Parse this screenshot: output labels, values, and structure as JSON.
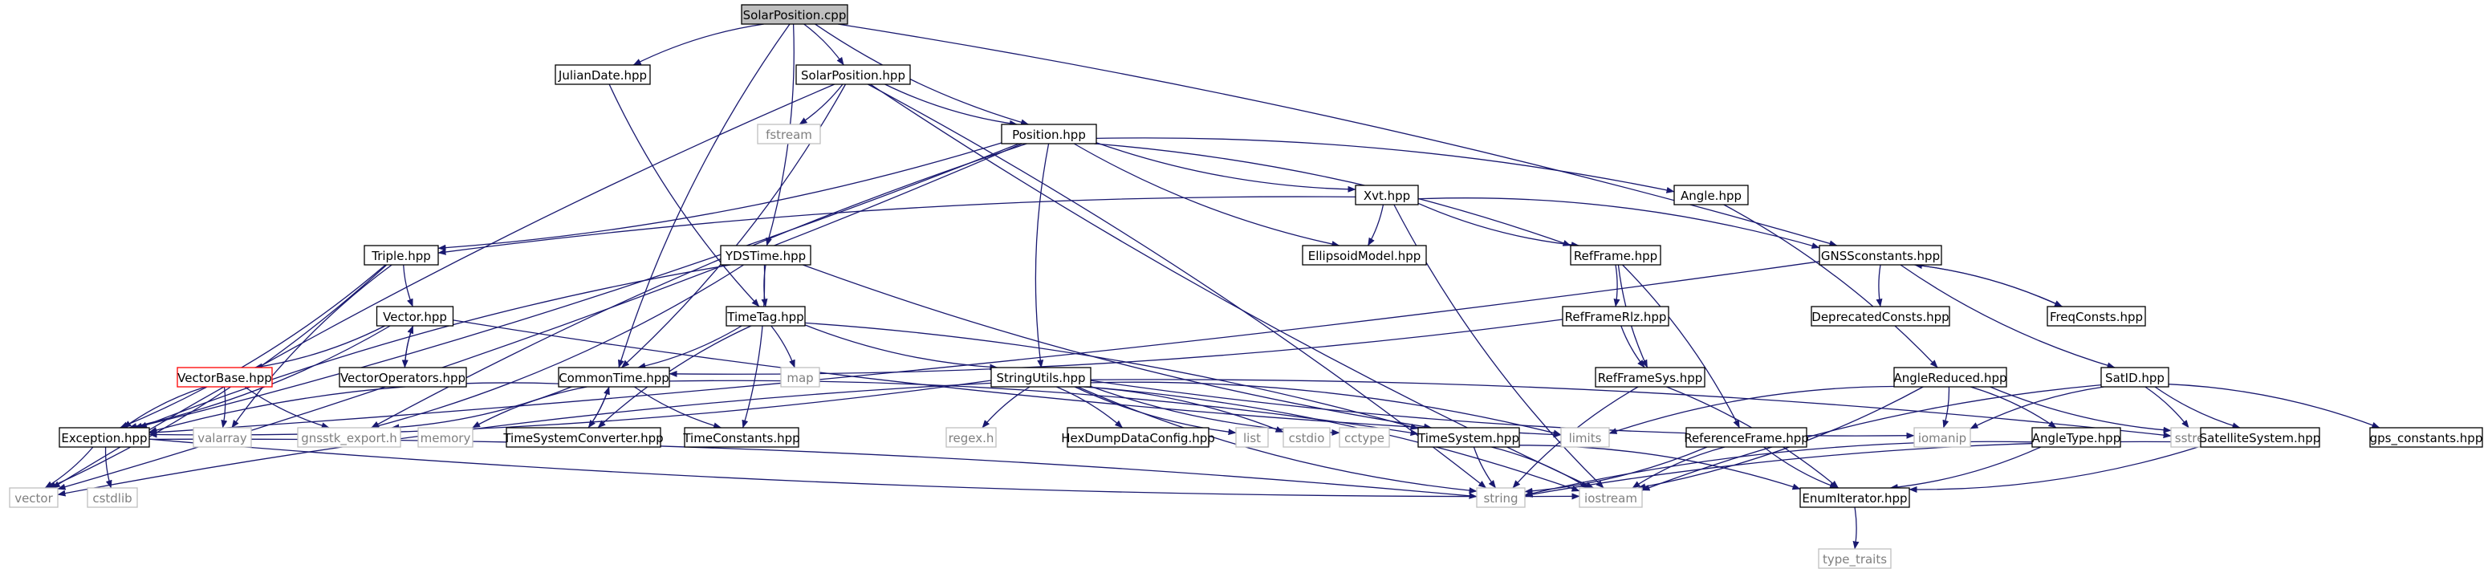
{
  "colors": {
    "edge": "#191970",
    "node_border": "#000000",
    "root_fill": "#bfbfbf",
    "external_border": "#bfbfbf",
    "external_text": "#7f7f7f",
    "highlight_border": "#ff0000"
  },
  "nodes": [
    {
      "id": "solarposition_cpp",
      "label": "SolarPosition.cpp",
      "kind": "root"
    },
    {
      "id": "juliandate_hpp",
      "label": "JulianDate.hpp",
      "kind": "normal"
    },
    {
      "id": "solarposition_hpp",
      "label": "SolarPosition.hpp",
      "kind": "normal"
    },
    {
      "id": "fstream",
      "label": "fstream",
      "kind": "external"
    },
    {
      "id": "position_hpp",
      "label": "Position.hpp",
      "kind": "normal"
    },
    {
      "id": "xvt_hpp",
      "label": "Xvt.hpp",
      "kind": "normal"
    },
    {
      "id": "angle_hpp",
      "label": "Angle.hpp",
      "kind": "normal"
    },
    {
      "id": "triple_hpp",
      "label": "Triple.hpp",
      "kind": "normal"
    },
    {
      "id": "ydstime_hpp",
      "label": "YDSTime.hpp",
      "kind": "normal"
    },
    {
      "id": "ellipsoidmodel_hpp",
      "label": "EllipsoidModel.hpp",
      "kind": "normal"
    },
    {
      "id": "refframe_hpp",
      "label": "RefFrame.hpp",
      "kind": "normal"
    },
    {
      "id": "gnssconstants_hpp",
      "label": "GNSSconstants.hpp",
      "kind": "normal"
    },
    {
      "id": "vector_hpp",
      "label": "Vector.hpp",
      "kind": "normal"
    },
    {
      "id": "timetag_hpp",
      "label": "TimeTag.hpp",
      "kind": "normal"
    },
    {
      "id": "refframerlz_hpp",
      "label": "RefFrameRlz.hpp",
      "kind": "normal"
    },
    {
      "id": "deprecatedconsts_hpp",
      "label": "DeprecatedConsts.hpp",
      "kind": "normal"
    },
    {
      "id": "freqconsts_hpp",
      "label": "FreqConsts.hpp",
      "kind": "normal"
    },
    {
      "id": "vectorbase_hpp",
      "label": "VectorBase.hpp",
      "kind": "highlight"
    },
    {
      "id": "vectoroperators_hpp",
      "label": "VectorOperators.hpp",
      "kind": "normal"
    },
    {
      "id": "map",
      "label": "map",
      "kind": "external"
    },
    {
      "id": "commontime_hpp",
      "label": "CommonTime.hpp",
      "kind": "normal"
    },
    {
      "id": "stringutils_hpp",
      "label": "StringUtils.hpp",
      "kind": "normal"
    },
    {
      "id": "refframesys_hpp",
      "label": "RefFrameSys.hpp",
      "kind": "normal"
    },
    {
      "id": "anglereduced_hpp",
      "label": "AngleReduced.hpp",
      "kind": "normal"
    },
    {
      "id": "satid_hpp",
      "label": "SatID.hpp",
      "kind": "normal"
    },
    {
      "id": "exception_hpp",
      "label": "Exception.hpp",
      "kind": "normal"
    },
    {
      "id": "valarray",
      "label": "valarray",
      "kind": "external"
    },
    {
      "id": "gnsstk_export_h",
      "label": "gnsstk_export.h",
      "kind": "external"
    },
    {
      "id": "memory",
      "label": "memory",
      "kind": "external"
    },
    {
      "id": "timesystemconverter_hpp",
      "label": "TimeSystemConverter.hpp",
      "kind": "normal"
    },
    {
      "id": "timeconstants_hpp",
      "label": "TimeConstants.hpp",
      "kind": "normal"
    },
    {
      "id": "regex_h",
      "label": "regex.h",
      "kind": "external"
    },
    {
      "id": "hexdumpdataconfig_hpp",
      "label": "HexDumpDataConfig.hpp",
      "kind": "normal"
    },
    {
      "id": "list",
      "label": "list",
      "kind": "external"
    },
    {
      "id": "cstdio",
      "label": "cstdio",
      "kind": "external"
    },
    {
      "id": "cctype",
      "label": "cctype",
      "kind": "external"
    },
    {
      "id": "timesystem_hpp",
      "label": "TimeSystem.hpp",
      "kind": "normal"
    },
    {
      "id": "limits",
      "label": "limits",
      "kind": "external"
    },
    {
      "id": "referenceframe_hpp",
      "label": "ReferenceFrame.hpp",
      "kind": "normal"
    },
    {
      "id": "iomanip",
      "label": "iomanip",
      "kind": "external"
    },
    {
      "id": "angletype_hpp",
      "label": "AngleType.hpp",
      "kind": "normal"
    },
    {
      "id": "sstream",
      "label": "sstream",
      "kind": "external"
    },
    {
      "id": "satellitesystem_hpp",
      "label": "SatelliteSystem.hpp",
      "kind": "normal"
    },
    {
      "id": "gps_constants_hpp",
      "label": "gps_constants.hpp",
      "kind": "normal"
    },
    {
      "id": "vector",
      "label": "vector",
      "kind": "external"
    },
    {
      "id": "cstdlib",
      "label": "cstdlib",
      "kind": "external"
    },
    {
      "id": "string",
      "label": "string",
      "kind": "external"
    },
    {
      "id": "iostream",
      "label": "iostream",
      "kind": "external"
    },
    {
      "id": "enumiterator_hpp",
      "label": "EnumIterator.hpp",
      "kind": "normal"
    },
    {
      "id": "type_traits",
      "label": "type_traits",
      "kind": "external"
    }
  ],
  "edges": [
    [
      "solarposition_cpp",
      "juliandate_hpp"
    ],
    [
      "solarposition_cpp",
      "solarposition_hpp"
    ],
    [
      "solarposition_cpp",
      "position_hpp"
    ],
    [
      "solarposition_cpp",
      "ydstime_hpp"
    ],
    [
      "solarposition_cpp",
      "commontime_hpp"
    ],
    [
      "solarposition_cpp",
      "gnssconstants_hpp"
    ],
    [
      "juliandate_hpp",
      "timetag_hpp"
    ],
    [
      "solarposition_hpp",
      "fstream"
    ],
    [
      "solarposition_hpp",
      "position_hpp"
    ],
    [
      "solarposition_hpp",
      "commontime_hpp"
    ],
    [
      "solarposition_hpp",
      "vector"
    ],
    [
      "solarposition_hpp",
      "string"
    ],
    [
      "solarposition_hpp",
      "iostream"
    ],
    [
      "position_hpp",
      "triple_hpp"
    ],
    [
      "position_hpp",
      "xvt_hpp"
    ],
    [
      "position_hpp",
      "angle_hpp"
    ],
    [
      "position_hpp",
      "ellipsoidmodel_hpp"
    ],
    [
      "position_hpp",
      "refframe_hpp"
    ],
    [
      "position_hpp",
      "stringutils_hpp"
    ],
    [
      "position_hpp",
      "exception_hpp"
    ],
    [
      "position_hpp",
      "gnsstk_export_h"
    ],
    [
      "position_hpp",
      "vector"
    ],
    [
      "xvt_hpp",
      "triple_hpp"
    ],
    [
      "xvt_hpp",
      "ellipsoidmodel_hpp"
    ],
    [
      "xvt_hpp",
      "refframe_hpp"
    ],
    [
      "xvt_hpp",
      "gnssconstants_hpp"
    ],
    [
      "xvt_hpp",
      "iostream"
    ],
    [
      "angle_hpp",
      "anglereduced_hpp"
    ],
    [
      "triple_hpp",
      "vector_hpp"
    ],
    [
      "triple_hpp",
      "exception_hpp"
    ],
    [
      "triple_hpp",
      "valarray"
    ],
    [
      "triple_hpp",
      "vector"
    ],
    [
      "ydstime_hpp",
      "timetag_hpp"
    ],
    [
      "ydstime_hpp",
      "timeconstants_hpp"
    ],
    [
      "ydstime_hpp",
      "timesystem_hpp"
    ],
    [
      "ydstime_hpp",
      "gnsstk_export_h"
    ],
    [
      "ydstime_hpp",
      "exception_hpp"
    ],
    [
      "refframe_hpp",
      "refframerlz_hpp"
    ],
    [
      "refframe_hpp",
      "refframesys_hpp"
    ],
    [
      "refframe_hpp",
      "referenceframe_hpp"
    ],
    [
      "gnssconstants_hpp",
      "deprecatedconsts_hpp"
    ],
    [
      "gnssconstants_hpp",
      "freqconsts_hpp"
    ],
    [
      "gnssconstants_hpp",
      "satid_hpp"
    ],
    [
      "gnssconstants_hpp",
      "exception_hpp"
    ],
    [
      "freqconsts_hpp",
      "gnssconstants_hpp"
    ],
    [
      "vector_hpp",
      "vectorbase_hpp"
    ],
    [
      "vector_hpp",
      "vectoroperators_hpp"
    ],
    [
      "vector_hpp",
      "exception_hpp"
    ],
    [
      "vector_hpp",
      "limits"
    ],
    [
      "vectoroperators_hpp",
      "vector_hpp"
    ],
    [
      "vectorbase_hpp",
      "exception_hpp"
    ],
    [
      "vectorbase_hpp",
      "valarray"
    ],
    [
      "vectorbase_hpp",
      "gnsstk_export_h"
    ],
    [
      "timetag_hpp",
      "commontime_hpp"
    ],
    [
      "timetag_hpp",
      "stringutils_hpp"
    ],
    [
      "timetag_hpp",
      "map"
    ],
    [
      "timetag_hpp",
      "timesystemconverter_hpp"
    ],
    [
      "timetag_hpp",
      "timesystem_hpp"
    ],
    [
      "refframerlz_hpp",
      "refframesys_hpp"
    ],
    [
      "refframerlz_hpp",
      "commontime_hpp"
    ],
    [
      "commontime_hpp",
      "exception_hpp"
    ],
    [
      "commontime_hpp",
      "gnsstk_export_h"
    ],
    [
      "commontime_hpp",
      "memory"
    ],
    [
      "commontime_hpp",
      "timesystemconverter_hpp"
    ],
    [
      "commontime_hpp",
      "timeconstants_hpp"
    ],
    [
      "commontime_hpp",
      "timesystem_hpp"
    ],
    [
      "timesystemconverter_hpp",
      "commontime_hpp"
    ],
    [
      "stringutils_hpp",
      "exception_hpp"
    ],
    [
      "stringutils_hpp",
      "regex_h"
    ],
    [
      "stringutils_hpp",
      "hexdumpdataconfig_hpp"
    ],
    [
      "stringutils_hpp",
      "list"
    ],
    [
      "stringutils_hpp",
      "cstdio"
    ],
    [
      "stringutils_hpp",
      "cctype"
    ],
    [
      "stringutils_hpp",
      "limits"
    ],
    [
      "stringutils_hpp",
      "iomanip"
    ],
    [
      "stringutils_hpp",
      "sstream"
    ],
    [
      "stringutils_hpp",
      "string"
    ],
    [
      "stringutils_hpp",
      "iostream"
    ],
    [
      "stringutils_hpp",
      "vector"
    ],
    [
      "refframesys_hpp",
      "enumiterator_hpp"
    ],
    [
      "refframesys_hpp",
      "string"
    ],
    [
      "anglereduced_hpp",
      "angletype_hpp"
    ],
    [
      "anglereduced_hpp",
      "limits"
    ],
    [
      "anglereduced_hpp",
      "iomanip"
    ],
    [
      "anglereduced_hpp",
      "sstream"
    ],
    [
      "anglereduced_hpp",
      "iostream"
    ],
    [
      "satid_hpp",
      "satellitesystem_hpp"
    ],
    [
      "satid_hpp",
      "gps_constants_hpp"
    ],
    [
      "satid_hpp",
      "iomanip"
    ],
    [
      "satid_hpp",
      "sstream"
    ],
    [
      "satid_hpp",
      "iostream"
    ],
    [
      "exception_hpp",
      "vector"
    ],
    [
      "exception_hpp",
      "cstdlib"
    ],
    [
      "exception_hpp",
      "string"
    ],
    [
      "exception_hpp",
      "iostream"
    ],
    [
      "timesystem_hpp",
      "enumiterator_hpp"
    ],
    [
      "timesystem_hpp",
      "string"
    ],
    [
      "timesystem_hpp",
      "iostream"
    ],
    [
      "referenceframe_hpp",
      "enumiterator_hpp"
    ],
    [
      "referenceframe_hpp",
      "string"
    ],
    [
      "referenceframe_hpp",
      "iostream"
    ],
    [
      "angletype_hpp",
      "enumiterator_hpp"
    ],
    [
      "angletype_hpp",
      "string"
    ],
    [
      "satellitesystem_hpp",
      "enumiterator_hpp"
    ],
    [
      "satellitesystem_hpp",
      "string"
    ],
    [
      "enumiterator_hpp",
      "type_traits"
    ]
  ]
}
